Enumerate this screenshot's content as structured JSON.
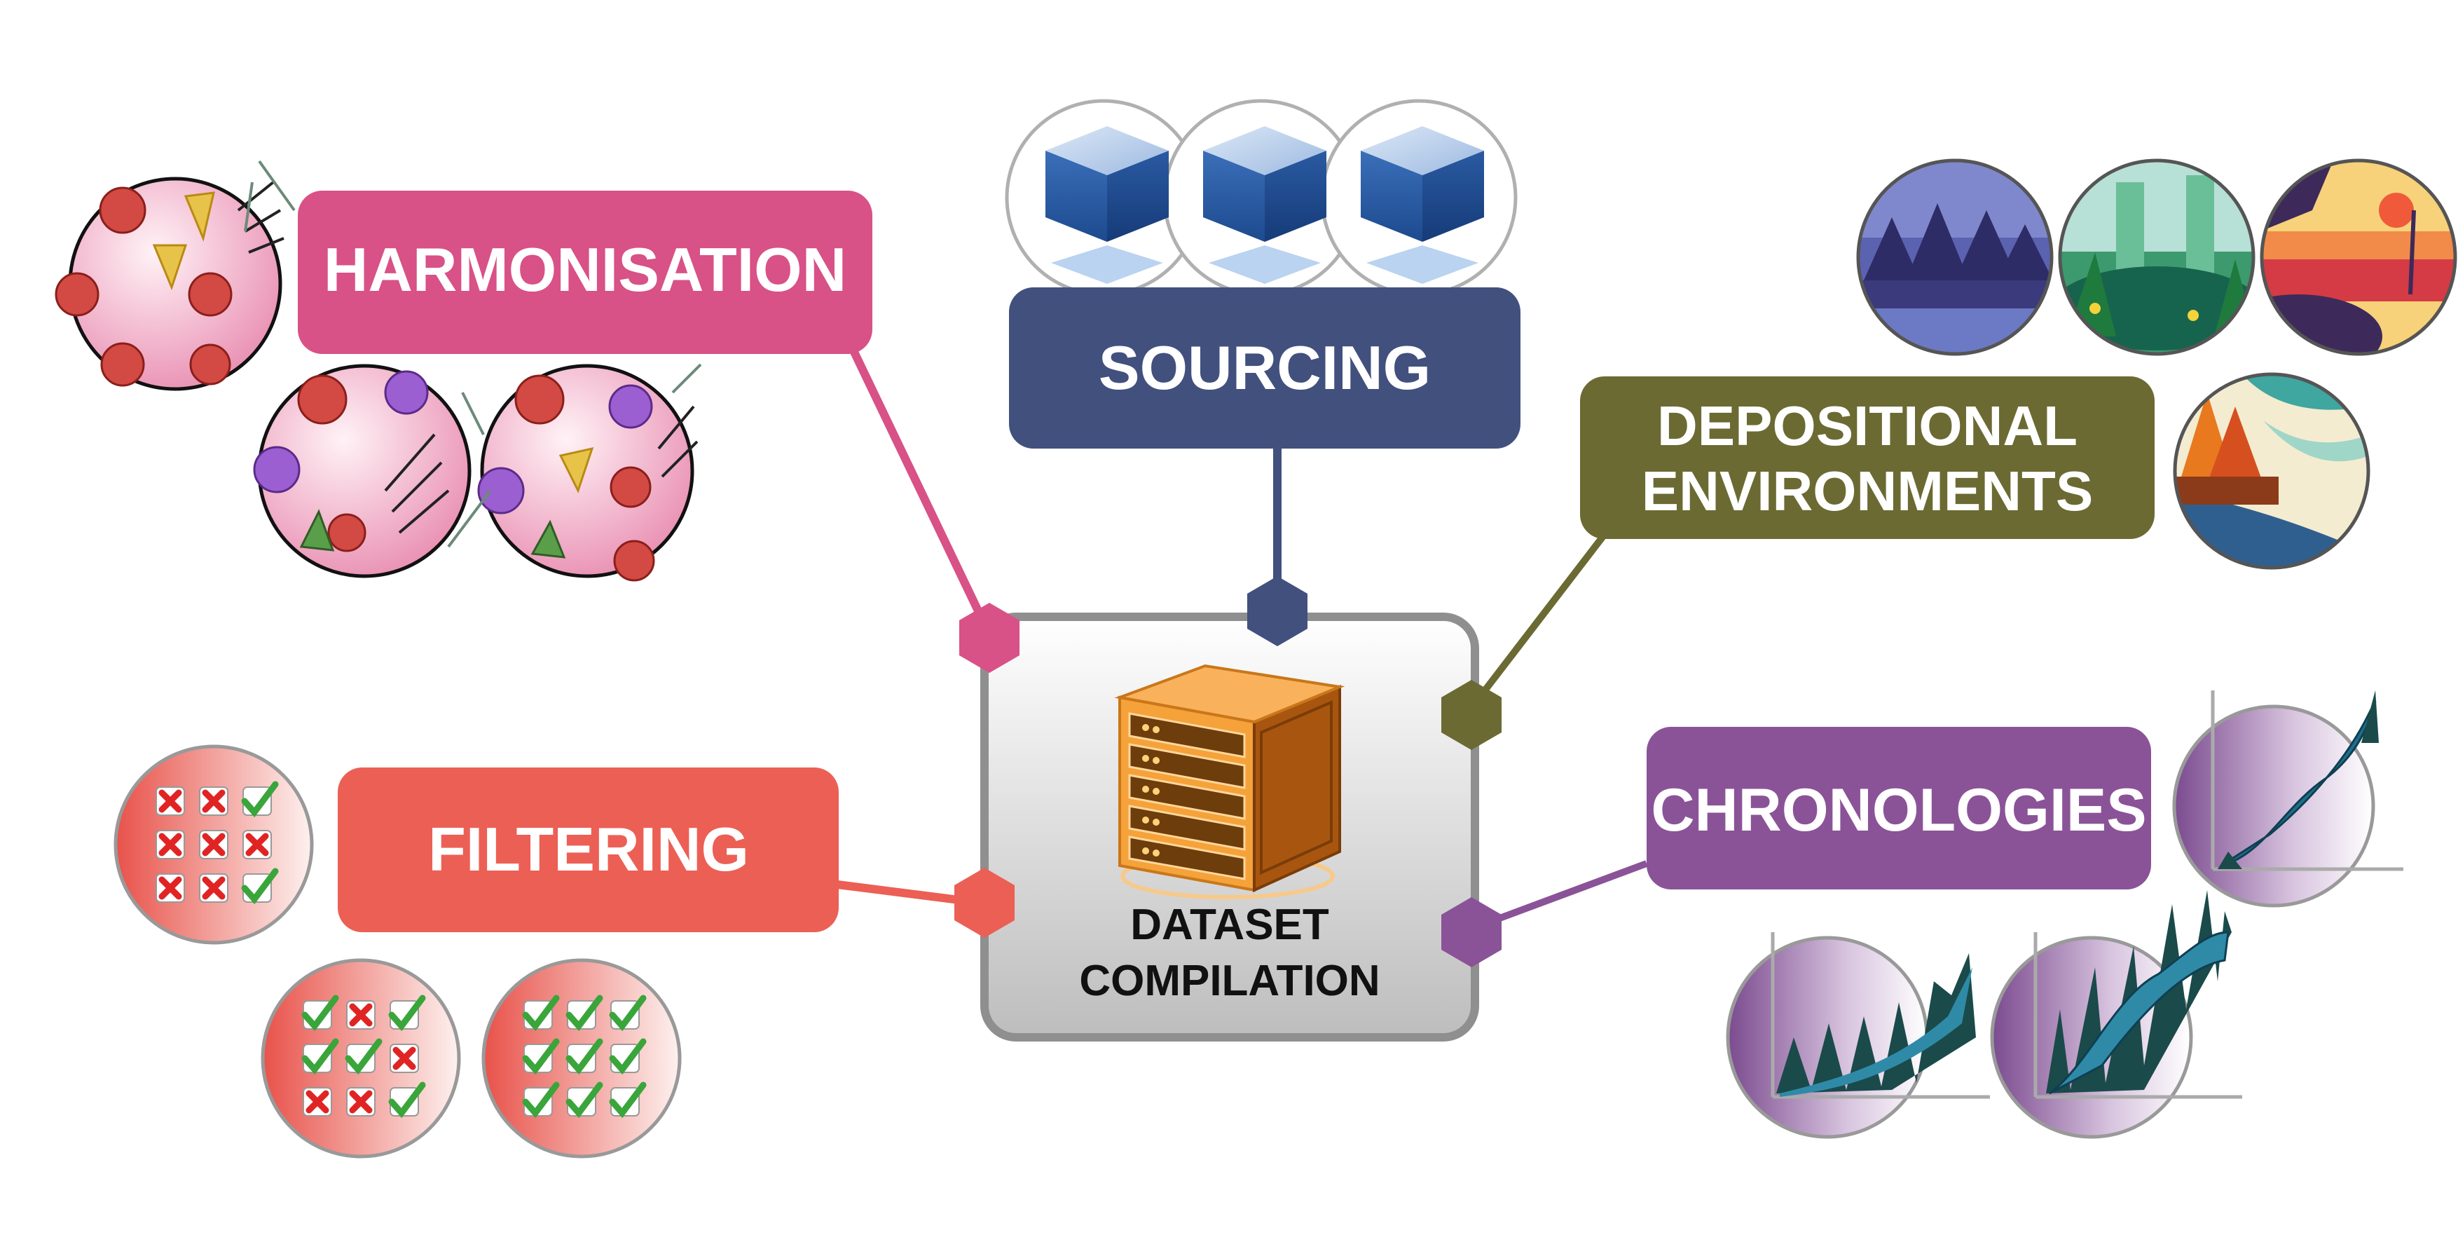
{
  "center": {
    "line1": "DATASET",
    "line2": "COMPILATION",
    "icon": "server-icon"
  },
  "nodes": {
    "harmonisation": {
      "label": "HARMONISATION",
      "color": "#d85187",
      "icon": "pollen-grain-icon"
    },
    "sourcing": {
      "label": "SOURCING",
      "color": "#42507e",
      "icon": "database-cube-icon"
    },
    "depositional": {
      "line1": "DEPOSITIONAL",
      "line2": "ENVIRONMENTS",
      "color": "#6b6a33",
      "icon": "landscape-icon"
    },
    "filtering": {
      "label": "FILTERING",
      "color": "#ec5f55",
      "icon": "checklist-icon"
    },
    "chronologies": {
      "label": "CHRONOLOGIES",
      "color": "#8b5397",
      "icon": "age-model-plot-icon"
    }
  },
  "colors": {
    "center_border": "#8f8f8f",
    "server_orange": "#f5a23a",
    "check_green": "#3aa53a",
    "cross_red": "#e02424"
  }
}
